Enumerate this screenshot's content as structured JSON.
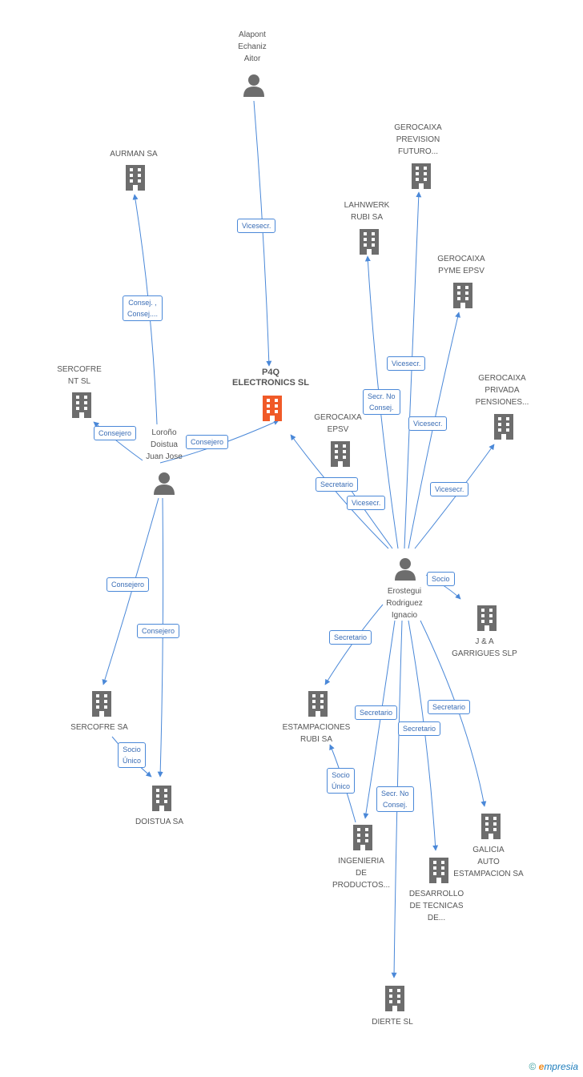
{
  "colors": {
    "edge": "#4a88d8",
    "icon": "#6d6d6d",
    "highlight": "#f05a28",
    "label_text": "#555555"
  },
  "people": [
    {
      "id": "alapont",
      "label": "Alapont\nEchaniz\nAitor"
    },
    {
      "id": "lorono",
      "label": "Loroño\nDoistua\nJuan Jose"
    },
    {
      "id": "erostegui",
      "label": "Erostegui\nRodriguez\nIgnacio"
    }
  ],
  "companies": [
    {
      "id": "p4q",
      "label": "P4Q\nELECTRONICS SL",
      "main": true
    },
    {
      "id": "aurman",
      "label": "AURMAN SA"
    },
    {
      "id": "sercofrent",
      "label": "SERCOFRE\nNT SL"
    },
    {
      "id": "sercofresa",
      "label": "SERCOFRE SA"
    },
    {
      "id": "doistua",
      "label": "DOISTUA SA"
    },
    {
      "id": "gerocaixa_futuro",
      "label": "GEROCAIXA\nPREVISION\nFUTURO..."
    },
    {
      "id": "lahnwerk",
      "label": "LAHNWERK\nRUBI SA"
    },
    {
      "id": "gerocaixa_pyme",
      "label": "GEROCAIXA\nPYME EPSV"
    },
    {
      "id": "gerocaixa_privada",
      "label": "GEROCAIXA\nPRIVADA\nPENSIONES..."
    },
    {
      "id": "gerocaixa_epsv",
      "label": "GEROCAIXA\nEPSV"
    },
    {
      "id": "jya",
      "label": "J & A\nGARRIGUES SLP"
    },
    {
      "id": "estampaciones",
      "label": "ESTAMPACIONES\nRUBI SA"
    },
    {
      "id": "ingenieria",
      "label": "INGENIERIA\nDE\nPRODUCTOS..."
    },
    {
      "id": "galicia",
      "label": "GALICIA\nAUTO\nESTAMPACION SA"
    },
    {
      "id": "desarrollo",
      "label": "DESARROLLO\nDE TECNICAS\nDE..."
    },
    {
      "id": "dierte",
      "label": "DIERTE SL"
    }
  ],
  "edge_labels": [
    "Vicesecr.",
    "Consej. ,\nConsej....",
    "Consejero",
    "Consejero",
    "Consejero",
    "Consejero",
    "Socio\nÚnico",
    "Vicesecr.",
    "Secr. No\nConsej.",
    "Vicesecr.",
    "Vicesecr.",
    "Secretario",
    "Vicesecr.",
    "Socio",
    "Secretario",
    "Secretario",
    "Secretario",
    "Secretario",
    "Socio\nÚnico",
    "Secr. No\nConsej."
  ],
  "footer": {
    "copyright": "©",
    "brand_first": "e",
    "brand_rest": "mpresia"
  }
}
